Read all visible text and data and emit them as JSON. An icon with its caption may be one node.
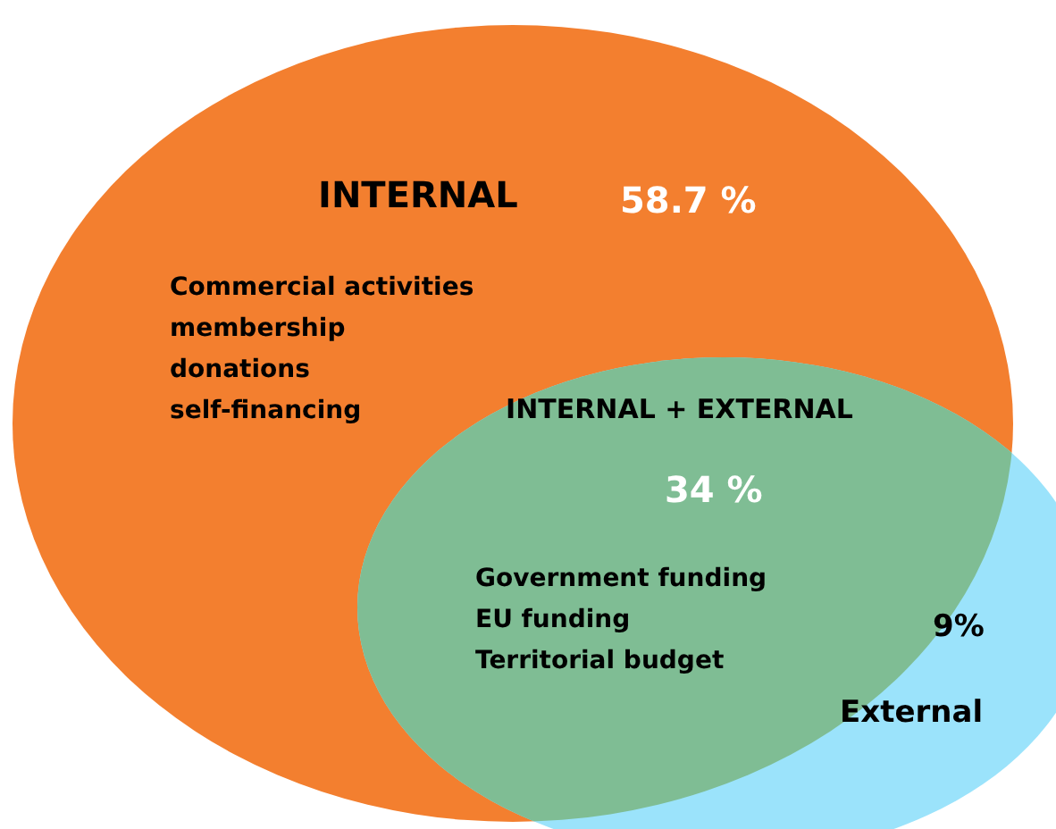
{
  "diagram": {
    "nodes": [
      {
        "text": [
          "INTERNAL",
          "58.7 %",
          "Commercial activities",
          "membership",
          "donations",
          "self-financing"
        ]
      },
      {
        "text": [
          "9%",
          "External"
        ]
      },
      {
        "text": [
          "INTERNAL + EXTERNAL",
          "34 %",
          "Government funding",
          "EU funding",
          "Territorial budget"
        ]
      }
    ]
  }
}
